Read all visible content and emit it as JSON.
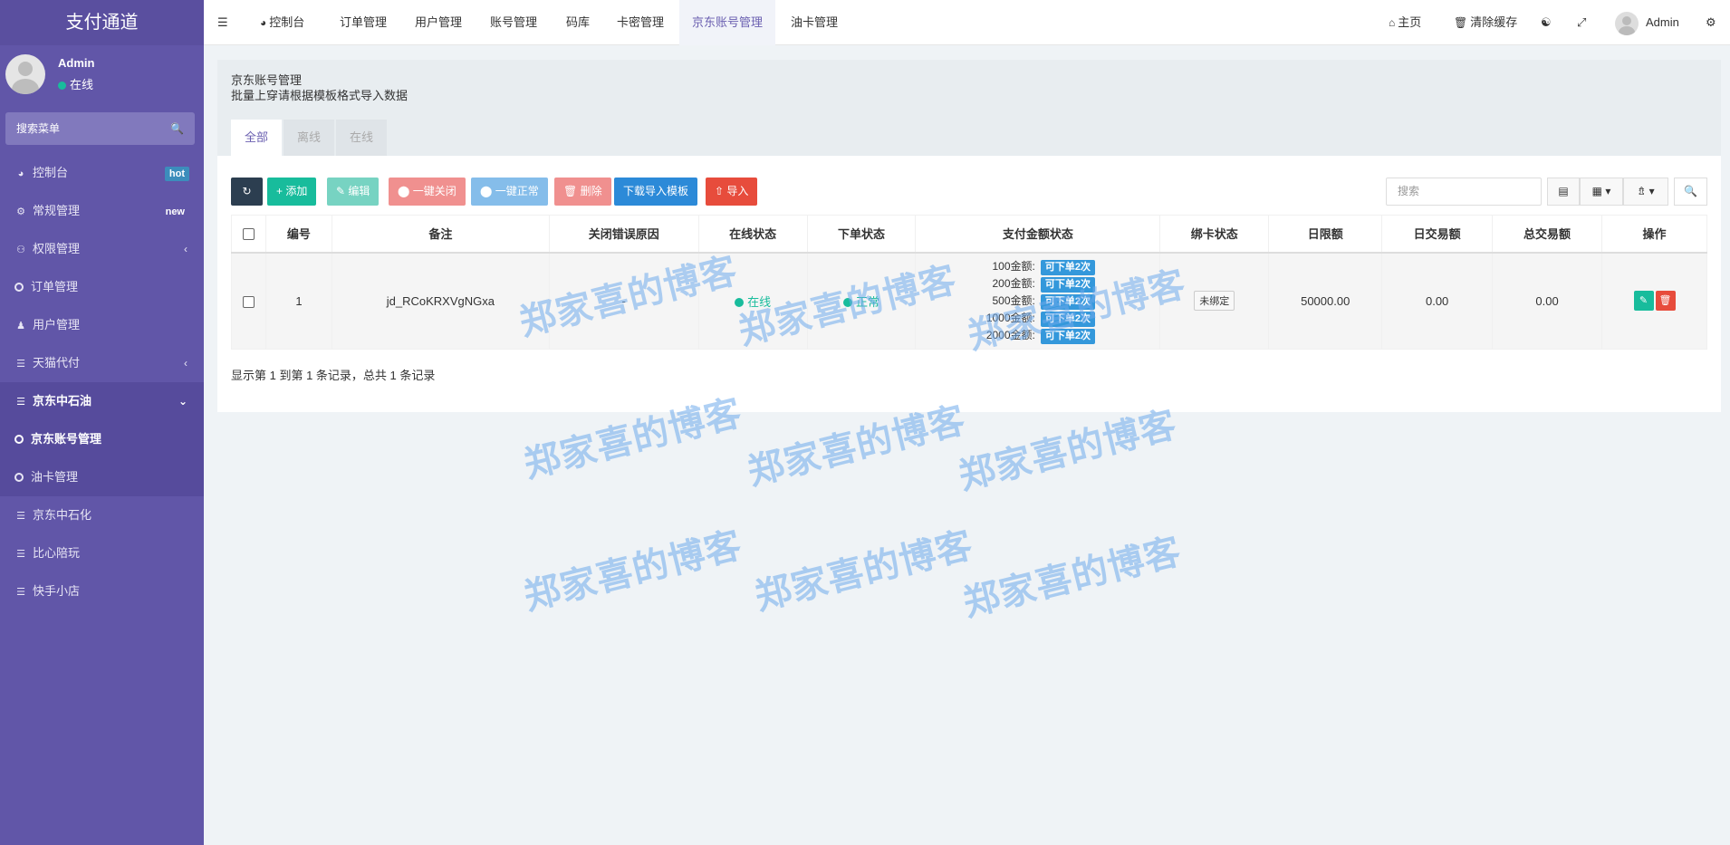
{
  "sidebar": {
    "logo": "支付通道",
    "user": {
      "name": "Admin",
      "status": "在线"
    },
    "search_placeholder": "搜索菜单",
    "items": [
      {
        "label": "控制台",
        "badge": "hot"
      },
      {
        "label": "常规管理",
        "badge": "new"
      },
      {
        "label": "权限管理"
      },
      {
        "label": "订单管理"
      },
      {
        "label": "用户管理"
      },
      {
        "label": "天猫代付"
      },
      {
        "label": "京东中石油"
      },
      {
        "label": "京东账号管理"
      },
      {
        "label": "油卡管理"
      },
      {
        "label": "京东中石化"
      },
      {
        "label": "比心陪玩"
      },
      {
        "label": "快手小店"
      }
    ]
  },
  "topnav": {
    "tabs": [
      "控制台",
      "订单管理",
      "用户管理",
      "账号管理",
      "码库",
      "卡密管理",
      "京东账号管理",
      "油卡管理"
    ],
    "home": "主页",
    "clear_cache": "清除缓存",
    "admin": "Admin"
  },
  "page": {
    "title": "京东账号管理",
    "subtitle": "批量上穿请根据模板格式导入数据",
    "tabs": [
      "全部",
      "离线",
      "在线"
    ]
  },
  "toolbar": {
    "add": "添加",
    "edit": "编辑",
    "close_all": "一键关闭",
    "normal_all": "一键正常",
    "delete": "删除",
    "download_template": "下载导入模板",
    "import": "导入",
    "search_placeholder": "搜索"
  },
  "table": {
    "headers": [
      "编号",
      "备注",
      "关闭错误原因",
      "在线状态",
      "下单状态",
      "支付金额状态",
      "绑卡状态",
      "日限额",
      "日交易额",
      "总交易额",
      "操作"
    ],
    "rows": [
      {
        "id": "1",
        "remark": "jd_RCoKRXVgNGxa",
        "close_reason": "-",
        "online": "在线",
        "order_status": "正常",
        "amounts": [
          {
            "label": "100金额:",
            "badge": "可下单2次"
          },
          {
            "label": "200金额:",
            "badge": "可下单2次"
          },
          {
            "label": "500金额:",
            "badge": "可下单2次"
          },
          {
            "label": "1000金额:",
            "badge": "可下单2次"
          },
          {
            "label": "2000金额:",
            "badge": "可下单2次"
          }
        ],
        "bind_status": "未绑定",
        "daily_limit": "50000.00",
        "daily_amount": "0.00",
        "total_amount": "0.00"
      }
    ]
  },
  "pager_text": "显示第 1 到第 1 条记录，总共 1 条记录",
  "watermark": "郑家喜的博客"
}
